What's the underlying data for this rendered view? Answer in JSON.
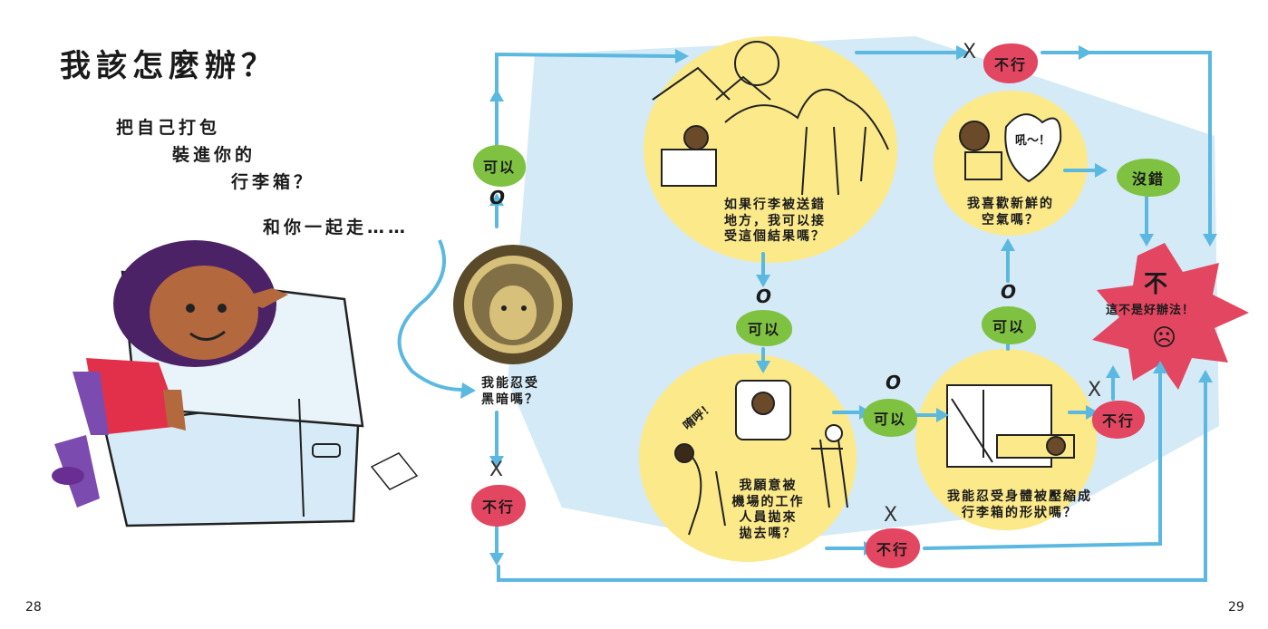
{
  "title": "我該怎麼辦？",
  "intro": {
    "line1": "把自己打包",
    "line2": "裝進你的",
    "line3": "行李箱？",
    "line4": "和你一起走……"
  },
  "questions": {
    "dark": [
      "我能忍受",
      "黑暗嗎？"
    ],
    "lost": [
      "如果行李被送錯",
      "地方，我可以接",
      "受這個結果嗎？"
    ],
    "thrown": [
      "我願意被",
      "機場的工作",
      "人員拋來",
      "拋去嗎？"
    ],
    "squeezed": [
      "我能忍受身體被壓縮成",
      "行李箱的形狀嗎？"
    ],
    "air": [
      "我喜歡新鮮的",
      "空氣嗎？"
    ]
  },
  "answers": {
    "yes": "可以",
    "no": "不行",
    "right": "沒錯",
    "or_mark": "O",
    "x_mark": "X"
  },
  "exclaims": {
    "whoo": "唷呼！",
    "ahh": "吼～！"
  },
  "result": {
    "big": "不",
    "sub": "這不是好辦法！",
    "face": "☹"
  },
  "pages": {
    "left": "28",
    "right": "29"
  },
  "colors": {
    "yes_green": "#7fc241",
    "no_red": "#e34660",
    "arrow_blue": "#5bb8e0",
    "highlight_yellow": "#fbe98a",
    "wash_blue": "#cfe8f6",
    "skin": "#b4683e",
    "hair": "#4b2266"
  }
}
